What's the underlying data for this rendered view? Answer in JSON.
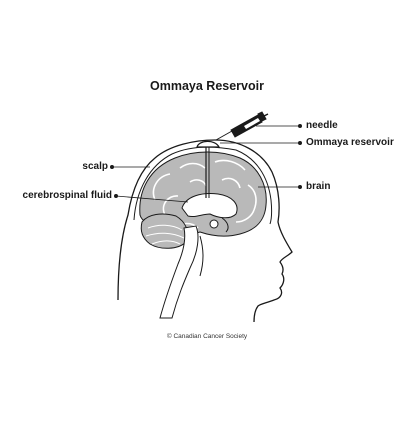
{
  "title": "Ommaya Reservoir",
  "labels": {
    "needle": "needle",
    "ommaya_reservoir": "Ommaya reservoir",
    "brain": "brain",
    "scalp": "scalp",
    "cerebrospinal_fluid": "cerebrospinal fluid"
  },
  "credit": "© Canadian Cancer Society",
  "colors": {
    "outline": "#1a1a1a",
    "brain_fill": "#b9b9b9",
    "fluid_fill": "#ffffff",
    "background": "#ffffff"
  }
}
